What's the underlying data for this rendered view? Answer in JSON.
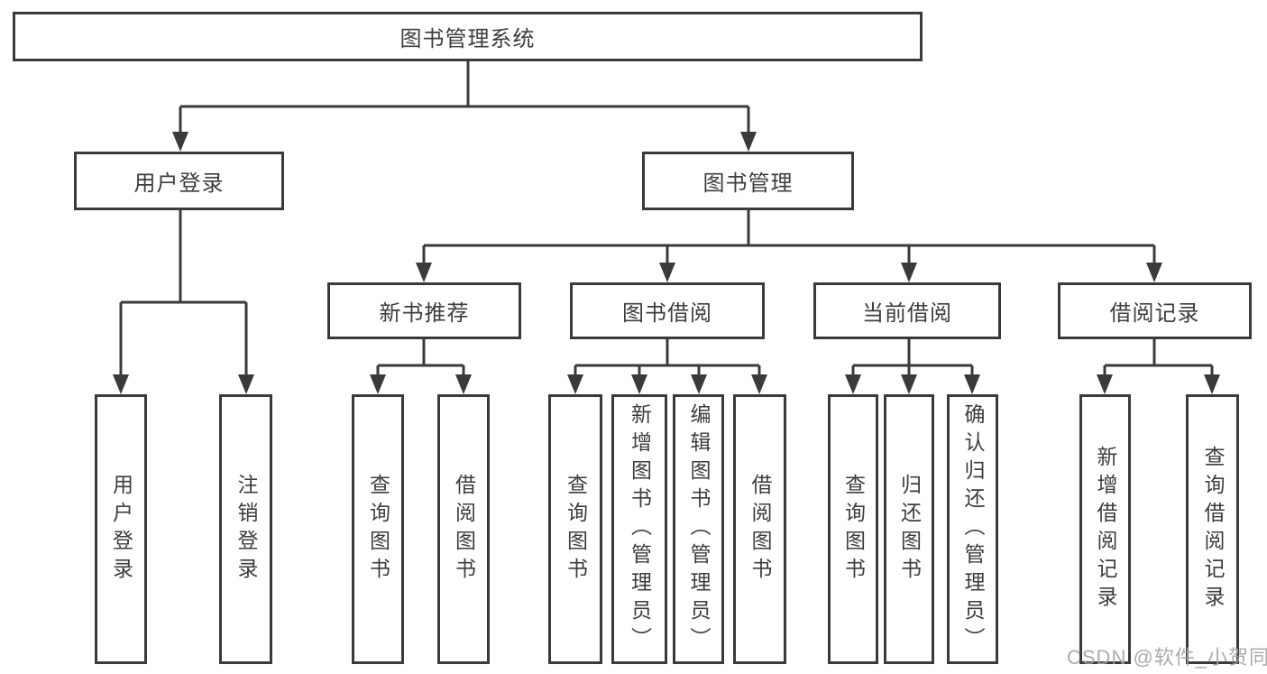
{
  "diagram": {
    "title": "图书管理系统",
    "level2": {
      "user_login": "用户登录",
      "book_management": "图书管理"
    },
    "level3": {
      "new_book_recommend": "新书推荐",
      "book_borrow": "图书借阅",
      "current_borrow": "当前借阅",
      "borrow_records": "借阅记录"
    },
    "leaves": {
      "user_login": "用户登录",
      "logout": "注销登录",
      "nb_query_books": "查询图书",
      "nb_borrow_books": "借阅图书",
      "bb_query_books": "查询图书",
      "bb_add_books_admin": "新增图书（管理员）",
      "bb_edit_books_admin": "编辑图书（管理员）",
      "bb_borrow_books": "借阅图书",
      "cb_query_books": "查询图书",
      "cb_return_books": "归还图书",
      "cb_confirm_return_admin": "确认归还（管理员）",
      "br_add_record": "新增借阅记录",
      "br_query_record": "查询借阅记录"
    },
    "watermark": "CSDN @软件_小贺同学",
    "colors": {
      "line": "#3a3a3a",
      "text": "#3d3d3d",
      "node_background": "#ffffff",
      "watermark": "#a3a3a3",
      "background": "#ffffff"
    }
  }
}
